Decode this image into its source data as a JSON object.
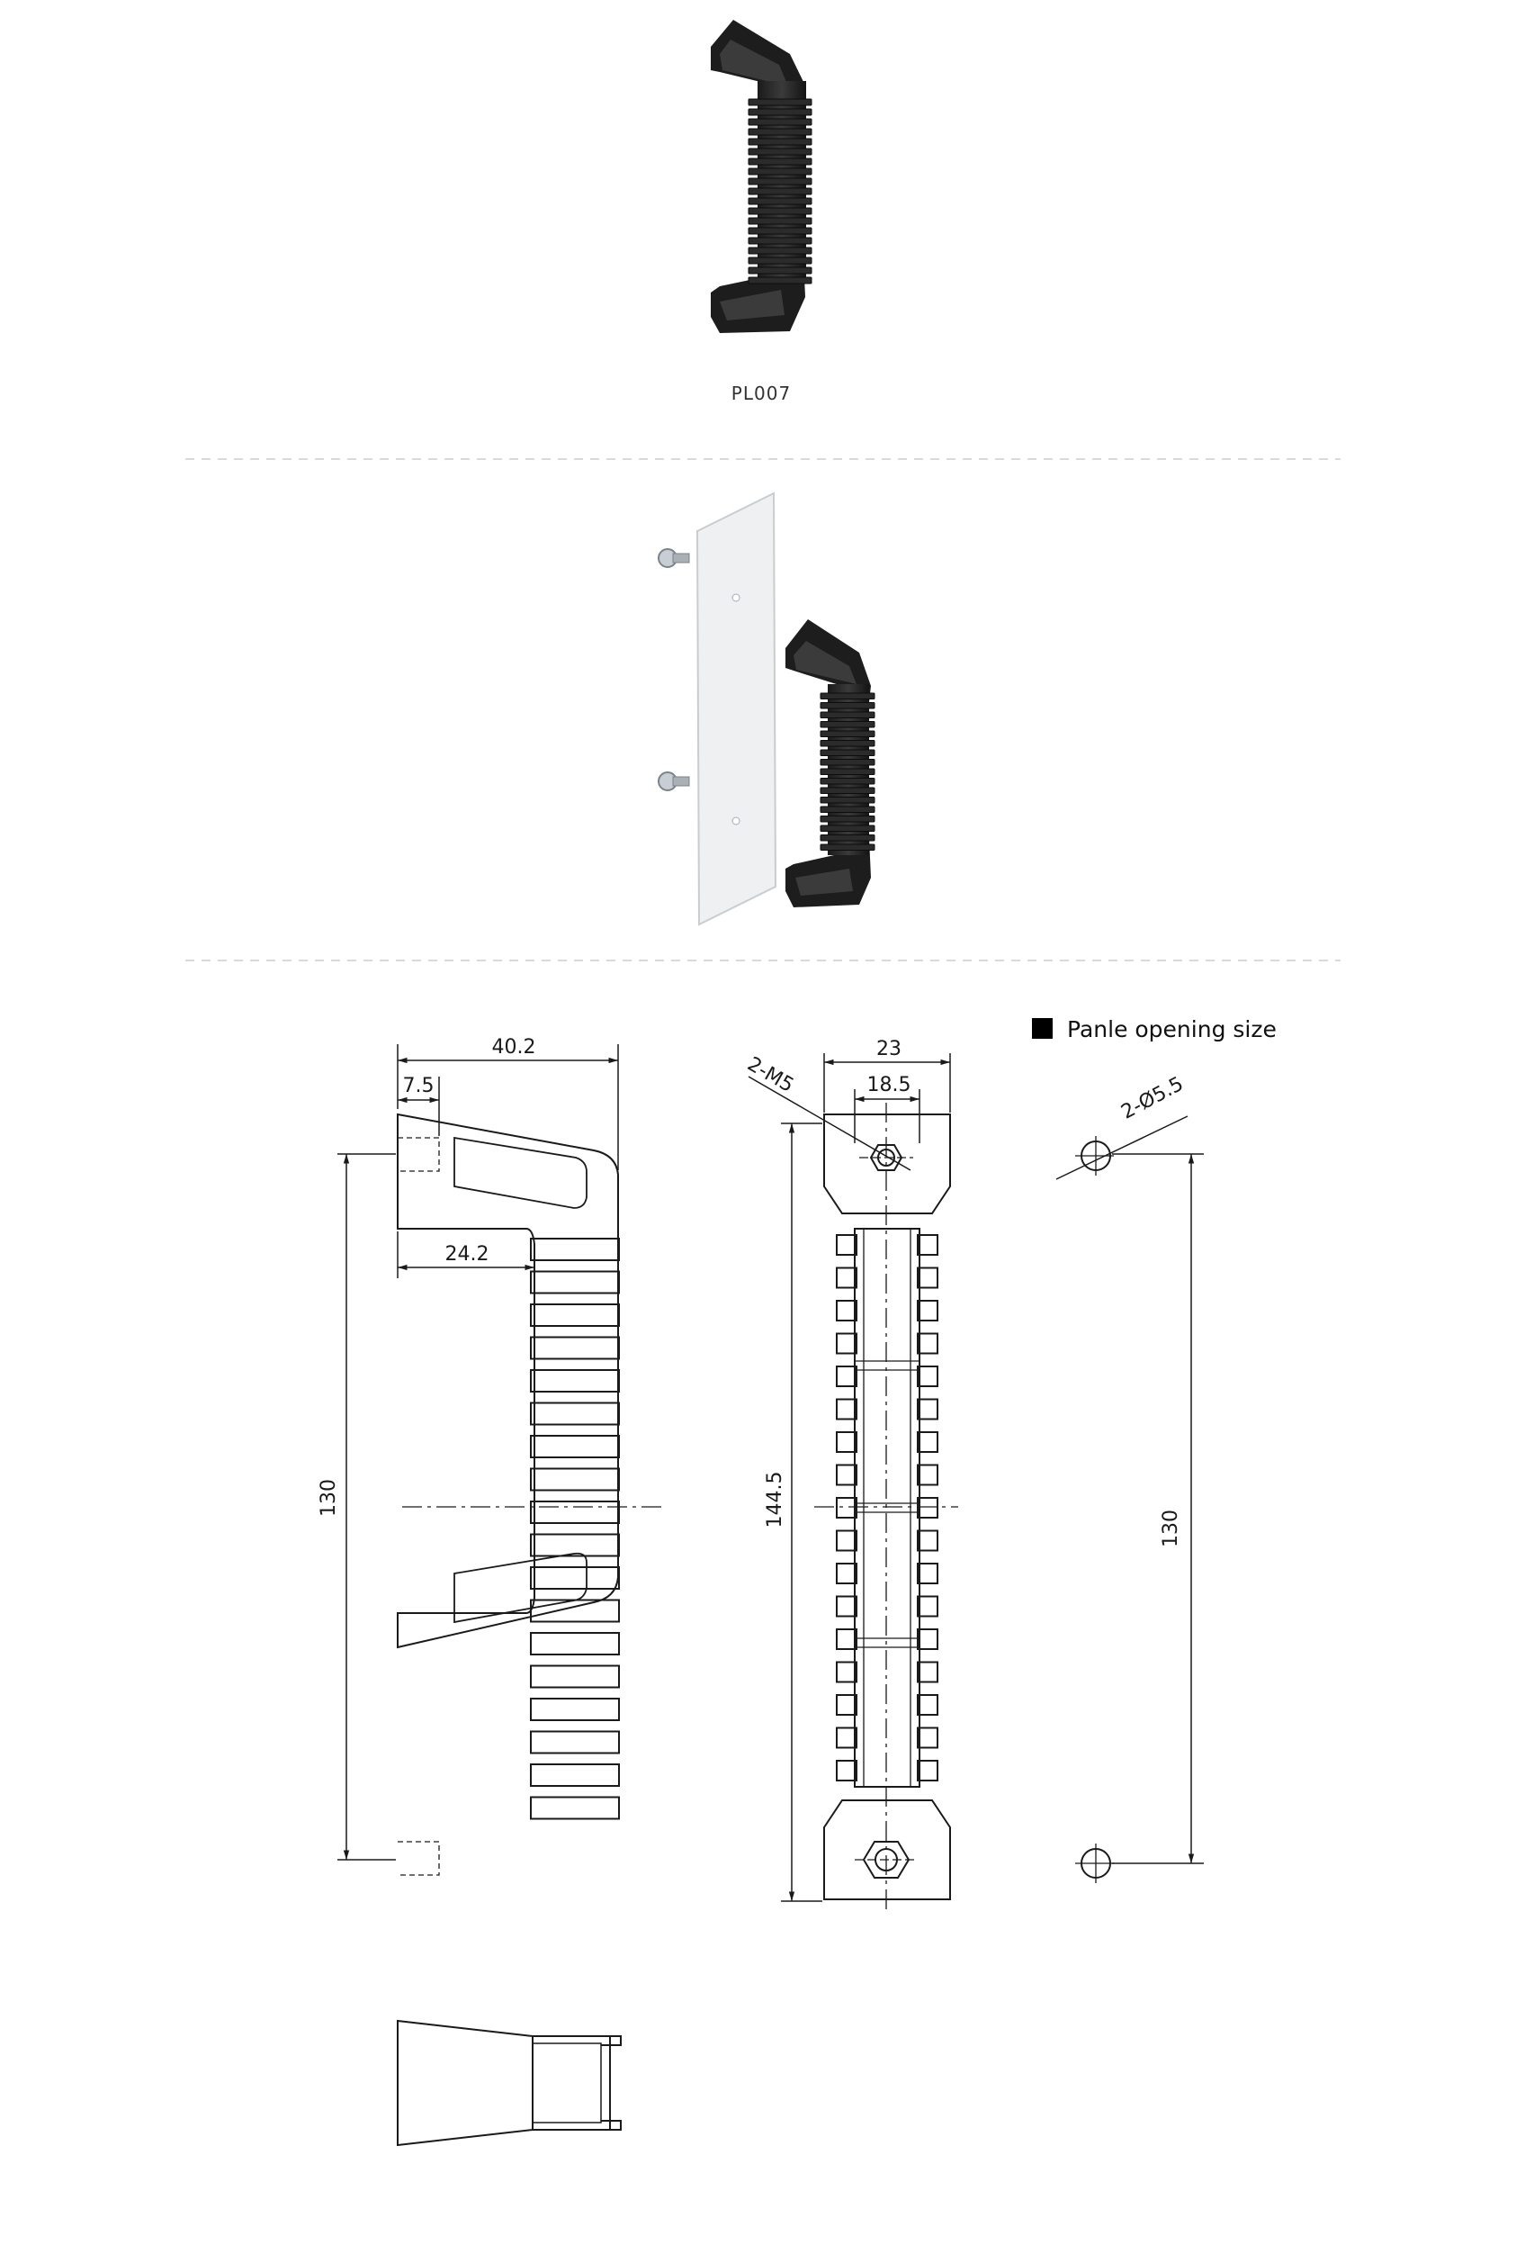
{
  "product": {
    "code": "PL007"
  },
  "drawing": {
    "side_view": {
      "width_total": "40.2",
      "offset": "7.5",
      "depth": "24.2",
      "height": "130"
    },
    "front_view": {
      "width_total": "23",
      "width_inner": "18.5",
      "thread_label": "2-M5",
      "length": "144.5"
    },
    "panel_opening": {
      "title": "Panle opening size",
      "hole_label": "2-Ø5.5",
      "hole_spacing": "130"
    }
  },
  "colors": {
    "line": "#1a1a1a",
    "handle": "#242424",
    "divider": "#dddddd",
    "panel": "#eef0f1"
  }
}
